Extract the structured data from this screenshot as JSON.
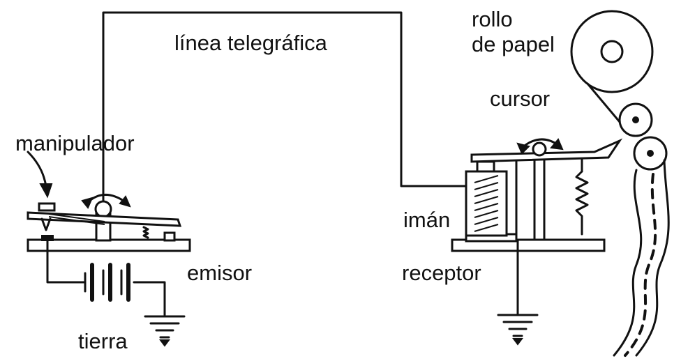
{
  "labels": {
    "line": "línea telegráfica",
    "roll_line1": "rollo",
    "roll_line2": "de papel",
    "cursor": "cursor",
    "manipulator": "manipulador",
    "magnet": "imán",
    "emitter": "emisor",
    "receiver": "receptor",
    "ground": "tierra"
  },
  "icons": [
    "arrow-icon",
    "rotation-arrows-icon",
    "battery-icon",
    "ground-symbol-icon",
    "spring-icon",
    "coil-icon"
  ]
}
